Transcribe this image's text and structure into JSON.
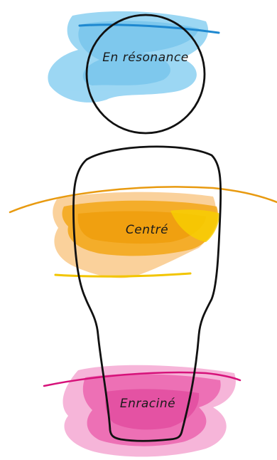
{
  "labels": {
    "head": "En résonance",
    "center": "Centré",
    "root": "Enraciné"
  },
  "colors": {
    "head_wash": "#5cbfe8",
    "head_line": "#1e88d0",
    "center_wash": "#f5a623",
    "center_line": "#e89a10",
    "center_accent": "#f2c500",
    "root_wash": "#e84c9e",
    "root_line": "#d6127a",
    "outline": "#111111"
  }
}
